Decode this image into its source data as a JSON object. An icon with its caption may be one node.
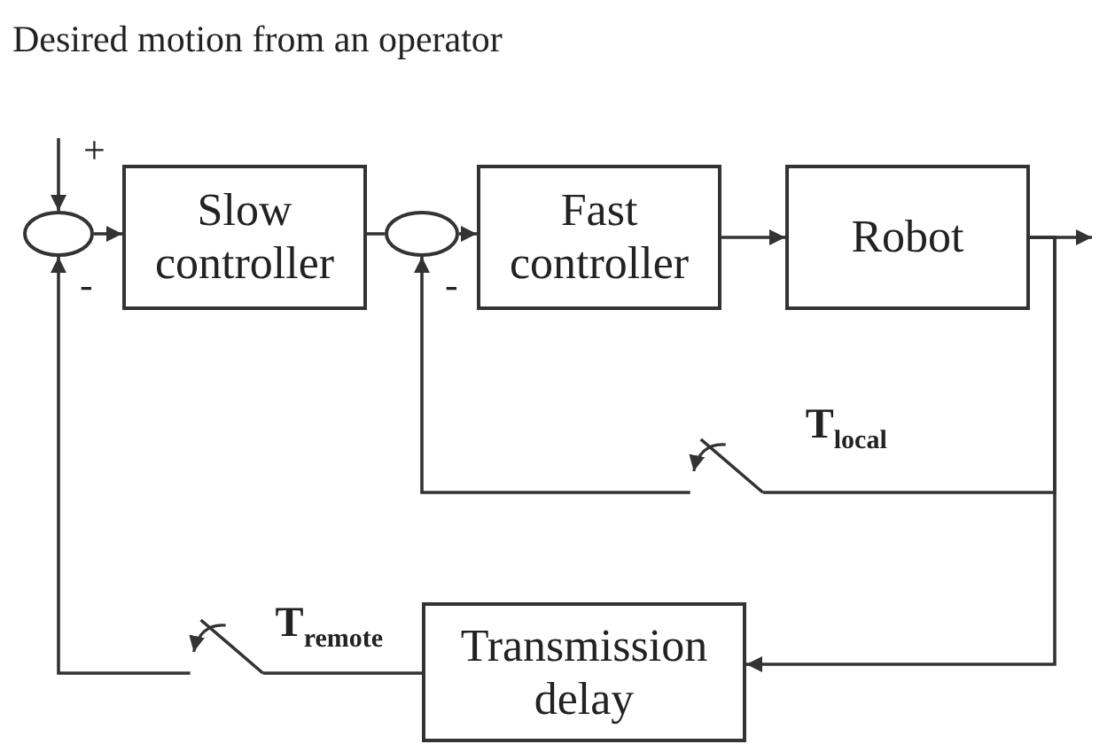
{
  "diagram": {
    "title": "Desired motion from an operator",
    "nodes": [
      {
        "text": [],
        "shape": "ellipse"
      },
      {
        "text": [
          "Slow controller"
        ]
      },
      {
        "text": [],
        "shape": "ellipse"
      },
      {
        "text": [
          "Fast controller"
        ]
      },
      {
        "text": [
          "Robot"
        ]
      },
      {
        "text": [
          "Transmission delay"
        ]
      }
    ],
    "edges": [
      {
        "from": null,
        "to": 0,
        "arrow": "to"
      },
      {
        "from": 0,
        "to": 1,
        "arrow": "to"
      },
      {
        "from": 1,
        "to": 2,
        "arrow": "none"
      },
      {
        "from": 2,
        "to": 3,
        "arrow": "to"
      },
      {
        "from": 3,
        "to": 4,
        "arrow": "to"
      },
      {
        "from": 4,
        "to": null,
        "arrow": "to"
      },
      {
        "from": 4,
        "to": 5,
        "arrow": "to"
      },
      {
        "from": 4,
        "to": 2,
        "arrow": "to",
        "label": "T$_{local}$"
      },
      {
        "from": 5,
        "to": 0,
        "arrow": "to",
        "label": "T$_{remote}$"
      }
    ],
    "labels": [
      "+",
      "-",
      "-"
    ]
  }
}
